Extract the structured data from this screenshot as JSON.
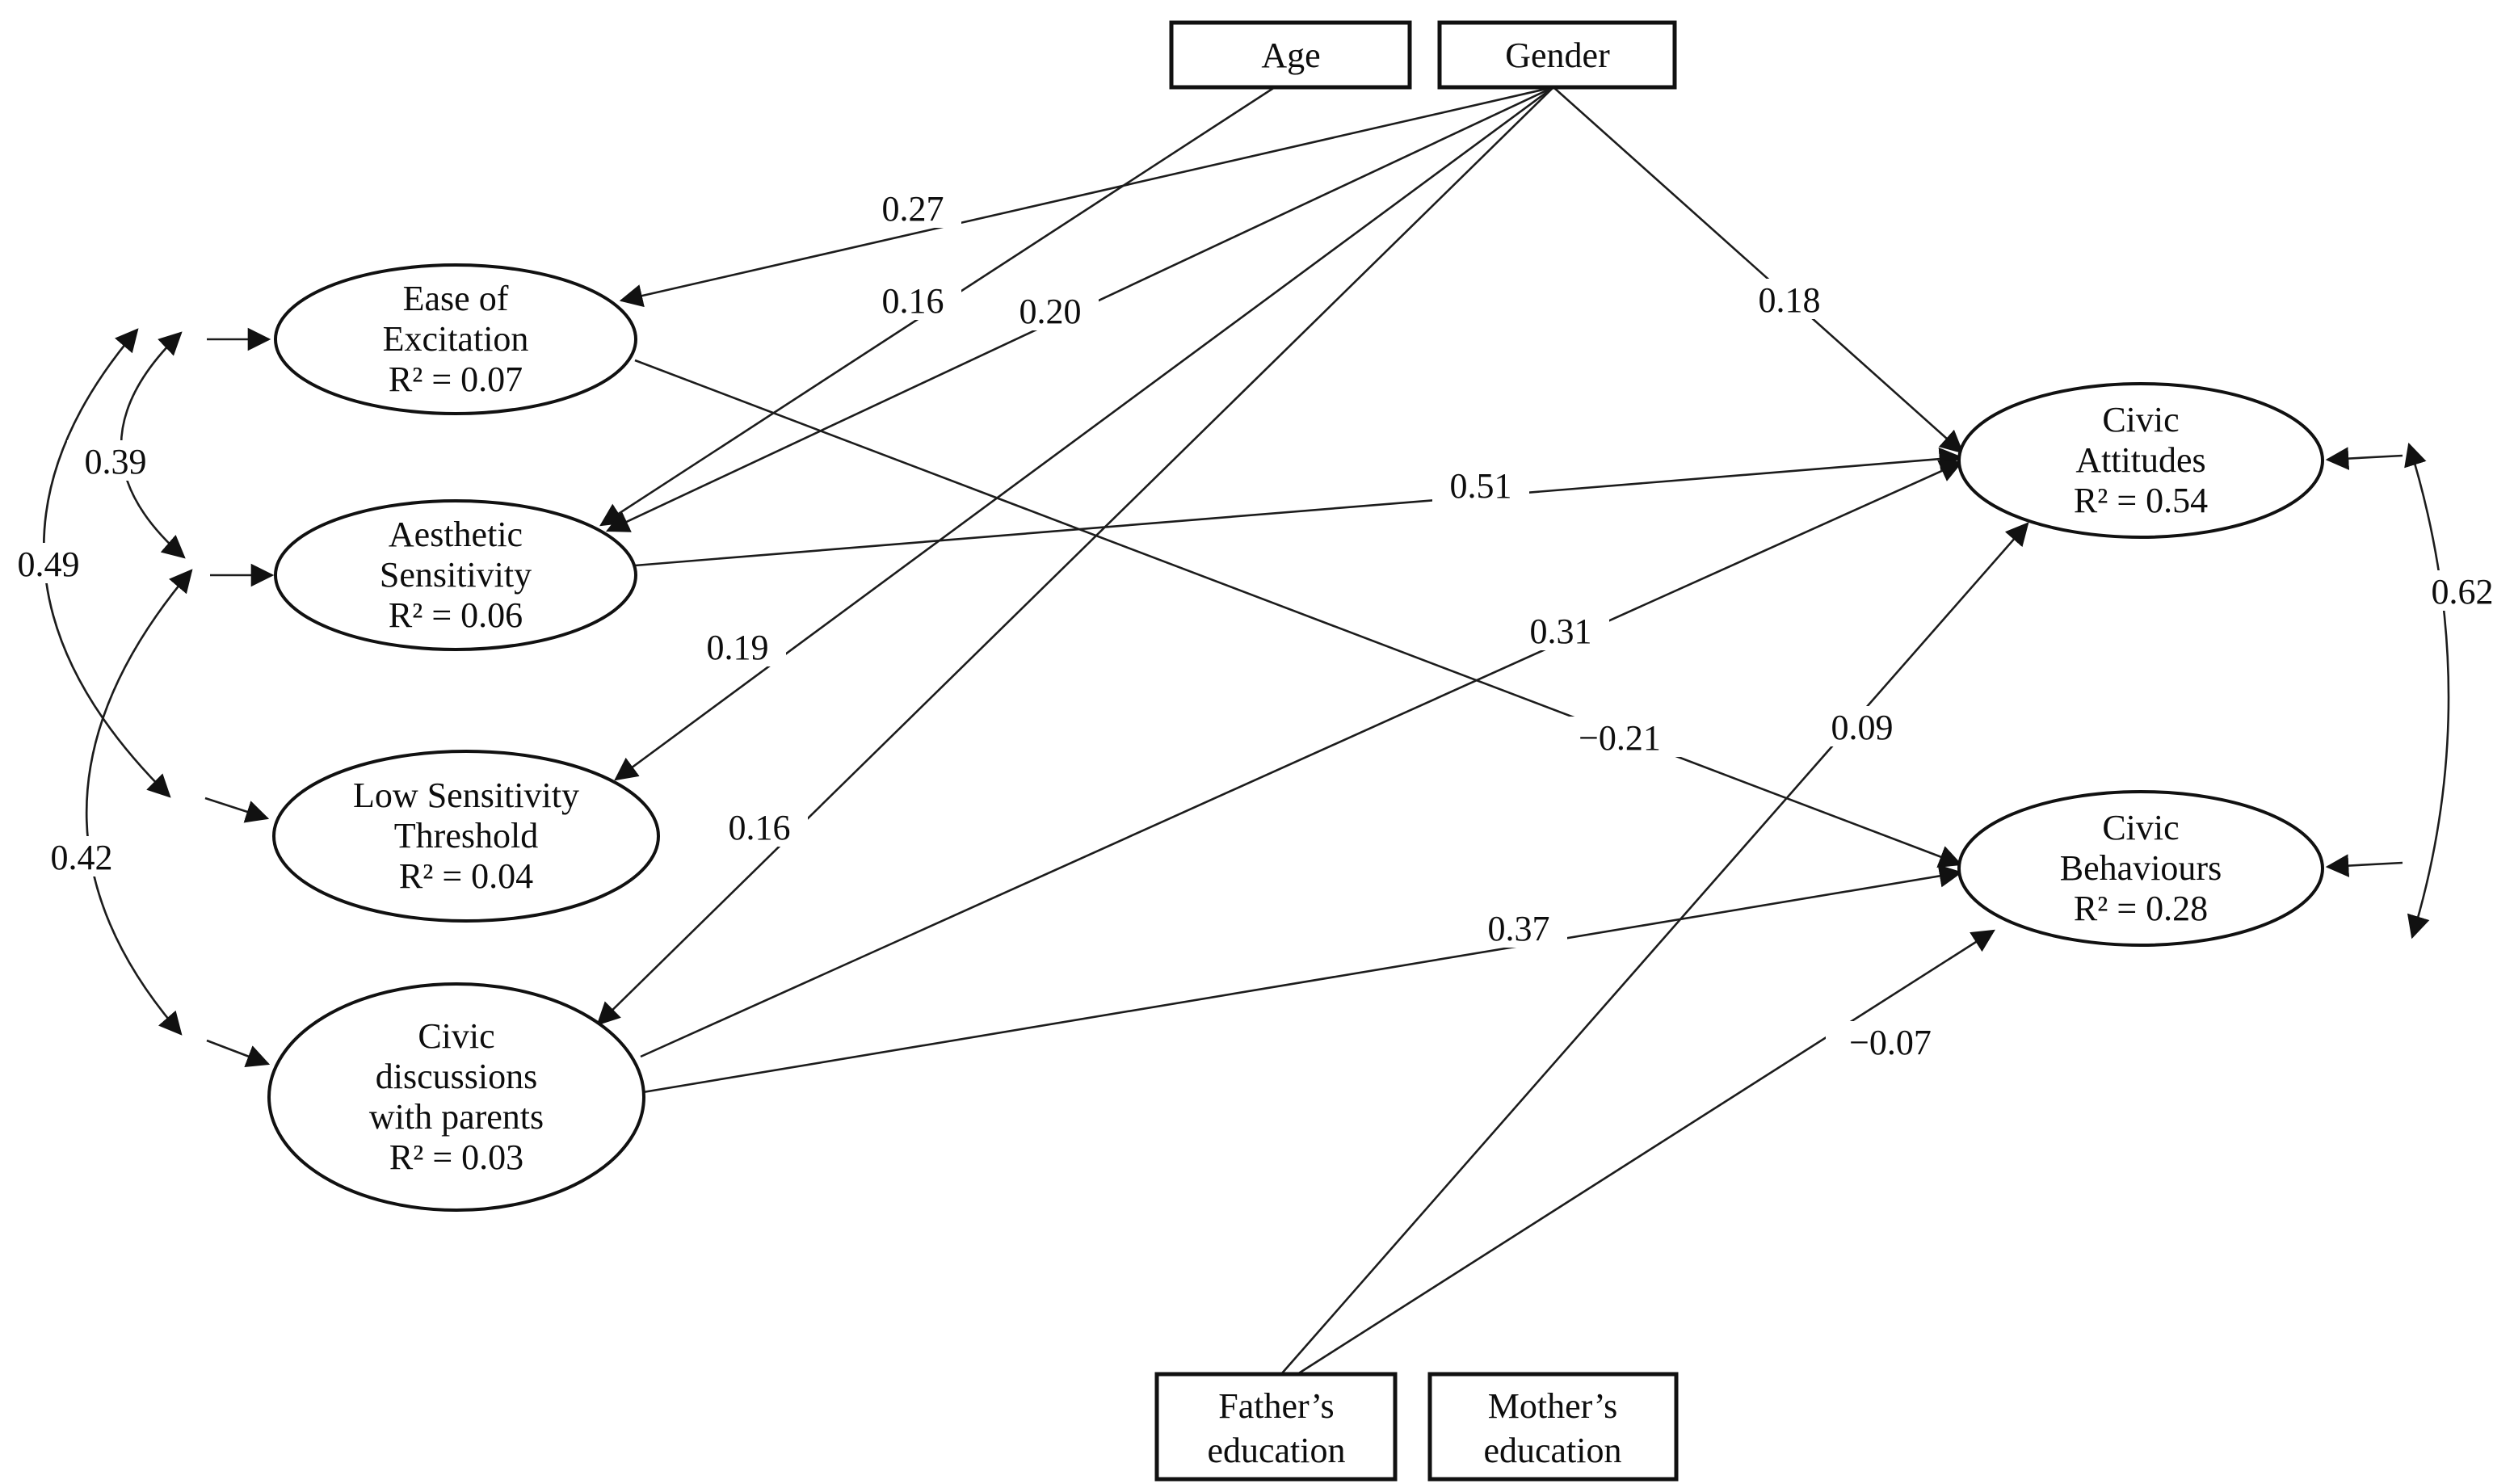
{
  "figure": {
    "type": "sem-path-diagram",
    "background_color": "#ffffff",
    "line_color": "#1c1c1c",
    "text_color": "#0d0d0d",
    "nodes": {
      "age": {
        "shape": "rectangle",
        "label": "Age"
      },
      "gender": {
        "shape": "rectangle",
        "label": "Gender"
      },
      "fathers_education": {
        "shape": "rectangle",
        "label_line1": "Father’s",
        "label_line2": "education"
      },
      "mothers_education": {
        "shape": "rectangle",
        "label_line1": "Mother’s",
        "label_line2": "education"
      },
      "ease_of_excitation": {
        "shape": "ellipse",
        "label_line1": "Ease of",
        "label_line2": "Excitation",
        "r_squared": "R² = 0.07"
      },
      "aesthetic_sensitivity": {
        "shape": "ellipse",
        "label_line1": "Aesthetic",
        "label_line2": "Sensitivity",
        "r_squared": "R² = 0.06"
      },
      "low_sensitivity_threshold": {
        "shape": "ellipse",
        "label_line1": "Low Sensitivity",
        "label_line2": "Threshold",
        "r_squared": "R² = 0.04"
      },
      "civic_discussions_with_parents": {
        "shape": "ellipse",
        "label_line1": "Civic",
        "label_line2": "discussions",
        "label_line3": "with parents",
        "r_squared": "R² = 0.03"
      },
      "civic_attitudes": {
        "shape": "ellipse",
        "label_line1": "Civic",
        "label_line2": "Attitudes",
        "r_squared": "R² = 0.54"
      },
      "civic_behaviours": {
        "shape": "ellipse",
        "label_line1": "Civic",
        "label_line2": "Behaviours",
        "r_squared": "R² = 0.28"
      }
    },
    "path_coefficients": {
      "gender_to_ease_of_excitation": "0.27",
      "age_to_aesthetic_sensitivity": "0.16",
      "gender_to_aesthetic_sensitivity": "0.20",
      "gender_to_low_sensitivity_threshold": "0.19",
      "gender_to_civic_discussions": "0.16",
      "gender_to_civic_attitudes": "0.18",
      "aesthetic_sensitivity_to_civic_attitudes": "0.51",
      "civic_discussions_to_civic_attitudes": "0.31",
      "ease_of_excitation_to_civic_behaviours": "−0.21",
      "civic_discussions_to_civic_behaviours": "0.37",
      "fathers_education_to_civic_attitudes": "0.09",
      "fathers_education_to_civic_behaviours": "−0.07"
    },
    "covariances": {
      "ease_of_excitation_with_aesthetic_sensitivity": "0.39",
      "ease_of_excitation_with_low_sensitivity_threshold": "0.49",
      "aesthetic_sensitivity_with_civic_discussions": "0.42",
      "civic_attitudes_with_civic_behaviours": "0.62"
    }
  }
}
